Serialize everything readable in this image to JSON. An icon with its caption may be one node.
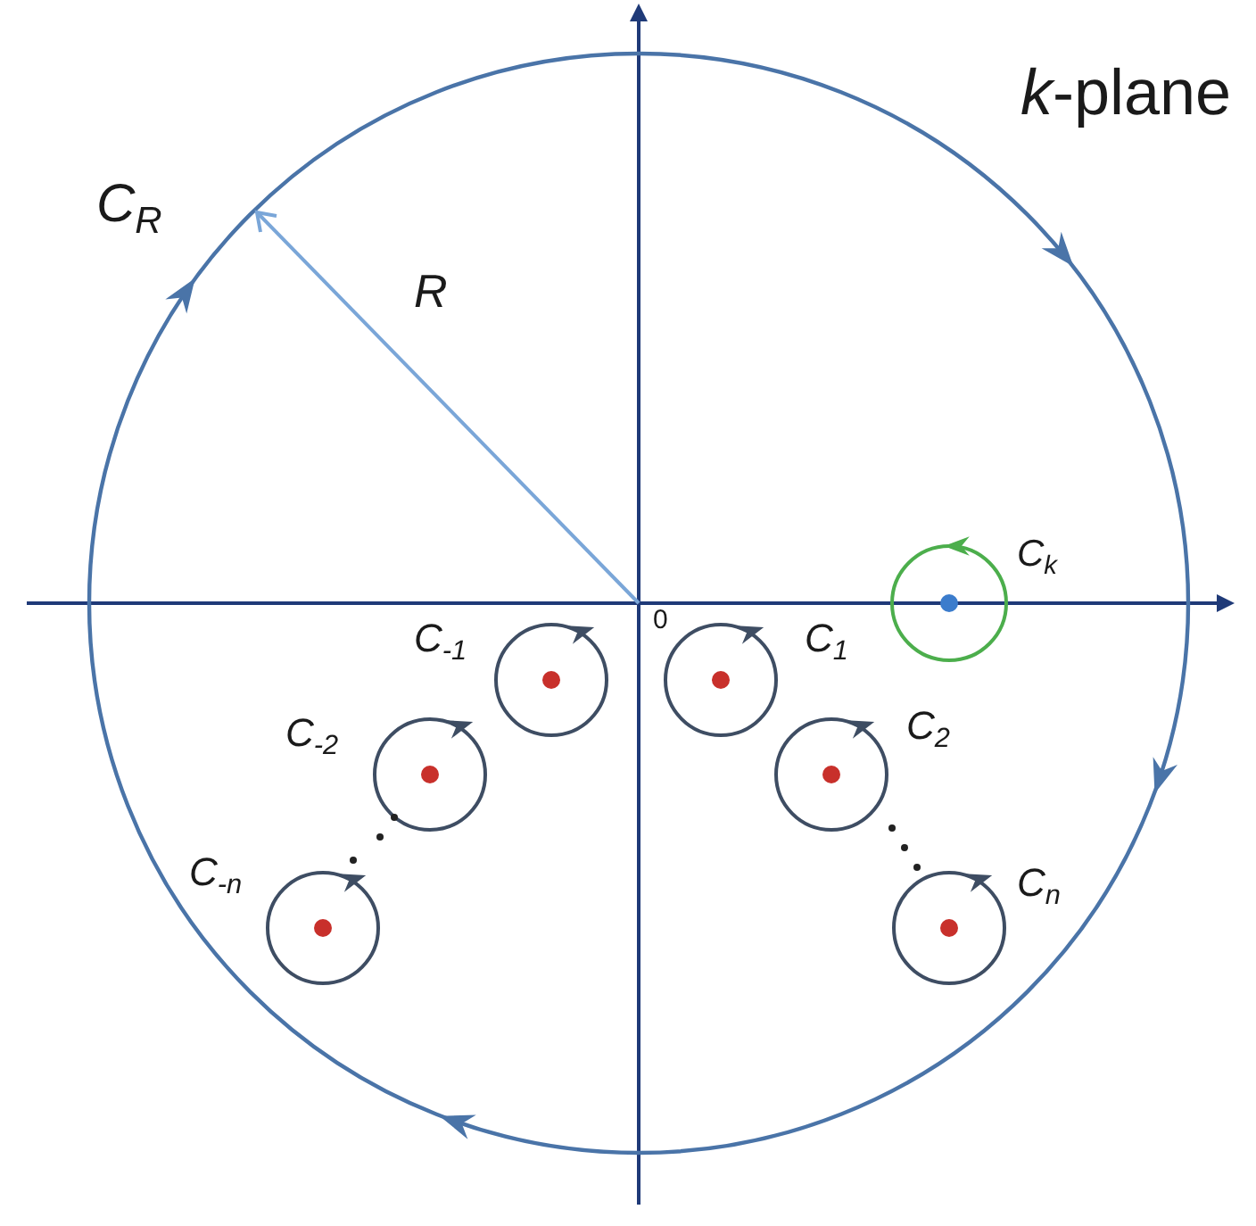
{
  "diagram": {
    "labels": [
      "*k*-plane",
      "C$_{R}$",
      "R",
      "0",
      "C$_{k}$",
      "C$_{-1}$",
      "C$_{1}$",
      "C$_{-2}$",
      "C$_{2}$",
      "C$_{-n}$",
      "C$_{n}$"
    ]
  }
}
